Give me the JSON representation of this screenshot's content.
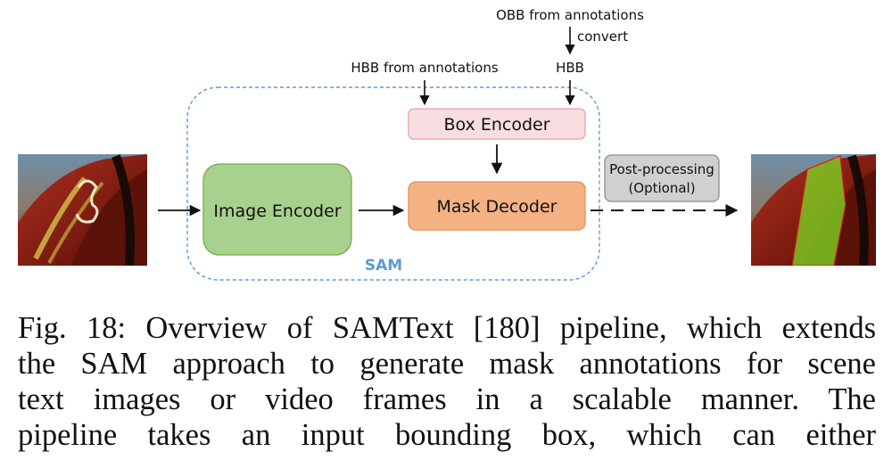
{
  "figure": {
    "labels": {
      "obb_from_annotations": "OBB from annotations",
      "convert": "convert",
      "hbb_from_annotations": "HBB from annotations",
      "hbb": "HBB",
      "sam": "SAM"
    },
    "nodes": {
      "box_encoder": "Box Encoder",
      "image_encoder": "Image Encoder",
      "mask_decoder": "Mask Decoder",
      "post_processing_line1": "Post-processing",
      "post_processing_line2": "(Optional)"
    },
    "colors": {
      "box_encoder_fill": "#f8dde1",
      "box_encoder_stroke": "#e4a3ad",
      "image_encoder_fill": "#a9d18e",
      "image_encoder_stroke": "#70ad47",
      "mask_decoder_fill": "#f4b183",
      "mask_decoder_stroke": "#e3915a",
      "post_fill": "#d0d0d0",
      "post_stroke": "#8c8c8c",
      "sam_border": "#5b9bd5",
      "mask_overlay": "#7ed321"
    }
  },
  "caption": {
    "lines": [
      "Fig. 18: Overview of SAMText [180] pipeline, which extends",
      "the SAM approach to generate mask annotations for scene",
      "text images or video frames in a scalable manner. The",
      "pipeline takes an input bounding box, which can either"
    ]
  }
}
